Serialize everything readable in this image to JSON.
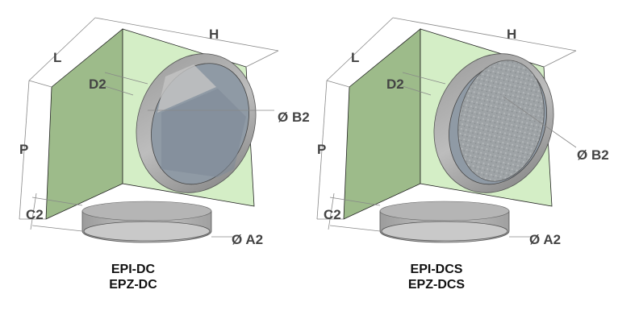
{
  "figures": [
    {
      "labels": {
        "L": "L",
        "H": "H",
        "D2": "D2",
        "P": "P",
        "C2": "C2",
        "B2": "Ø  B2",
        "A2": "Ø  A2"
      },
      "titles": [
        "EPI-DC",
        "EPZ-DC"
      ]
    },
    {
      "labels": {
        "L": "L",
        "H": "H",
        "D2": "D2",
        "P": "P",
        "C2": "C2",
        "B2": "Ø  B2",
        "A2": "Ø  A2"
      },
      "titles": [
        "EPI-DCS",
        "EPZ-DCS"
      ]
    }
  ],
  "colors": {
    "left_face": "#9dbb8a",
    "right_face": "#d4eec6",
    "metal": "#a9a9a9"
  }
}
